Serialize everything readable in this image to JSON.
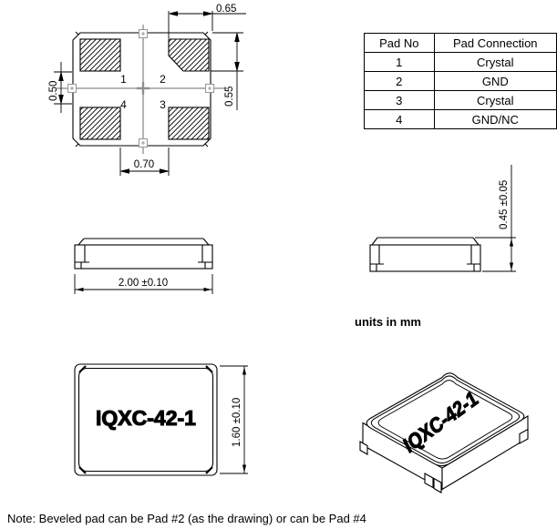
{
  "drawings": {
    "top_view": {
      "pad1": "1",
      "pad2": "2",
      "pad3": "3",
      "pad4": "4",
      "dim_top": "0.65",
      "dim_right": "0.55",
      "dim_left": "0.50",
      "dim_bottom": "0.70"
    },
    "front_view": {
      "dim_width": "2.00 ±0.10"
    },
    "end_view": {
      "dim_height": "0.45 ±0.05"
    },
    "marking_view": {
      "part": "IQXC-42-1",
      "dim_height": "1.60 ±0.10"
    },
    "iso_view": {
      "part": "IQXC-42-1"
    }
  },
  "table": {
    "headers": [
      "Pad No",
      "Pad Connection"
    ],
    "rows": [
      [
        "1",
        "Crystal"
      ],
      [
        "2",
        "GND"
      ],
      [
        "3",
        "Crystal"
      ],
      [
        "4",
        "GND/NC"
      ]
    ]
  },
  "labels": {
    "units": "units in mm",
    "note": "Note: Beveled pad can be Pad #2 (as the drawing) or can be Pad #4"
  },
  "colors": {
    "line": "#000000",
    "marker_grey": "#9a9a9a",
    "background": "#ffffff"
  }
}
